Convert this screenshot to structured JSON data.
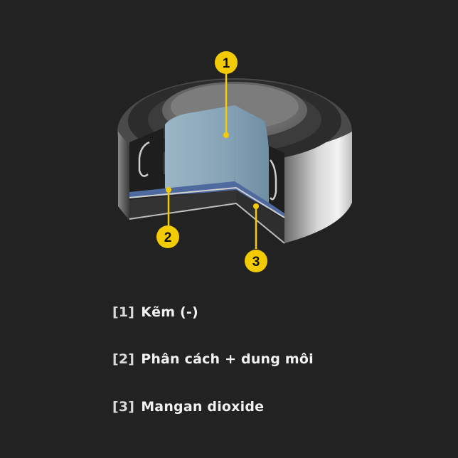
{
  "diagram": {
    "subject": "button-cell-battery-cross-section",
    "badge_color": "#F2CB05",
    "badges": [
      {
        "number": "1",
        "label": "Kẽm (-)"
      },
      {
        "number": "2",
        "label": "Phân cách + dung môi"
      },
      {
        "number": "3",
        "label": "Mangan dioxide"
      }
    ]
  },
  "legend": {
    "items": [
      {
        "num": "[1]",
        "label": "Kẽm (-)"
      },
      {
        "num": "[2]",
        "label": "Phân cách + dung môi"
      },
      {
        "num": "[3]",
        "label": "Mangan dioxide"
      }
    ]
  },
  "colors": {
    "background": "#222222",
    "text": "#F2F2F2",
    "anode_blue": "#8FAEC0",
    "separator_blue": "#4E6A9E"
  }
}
